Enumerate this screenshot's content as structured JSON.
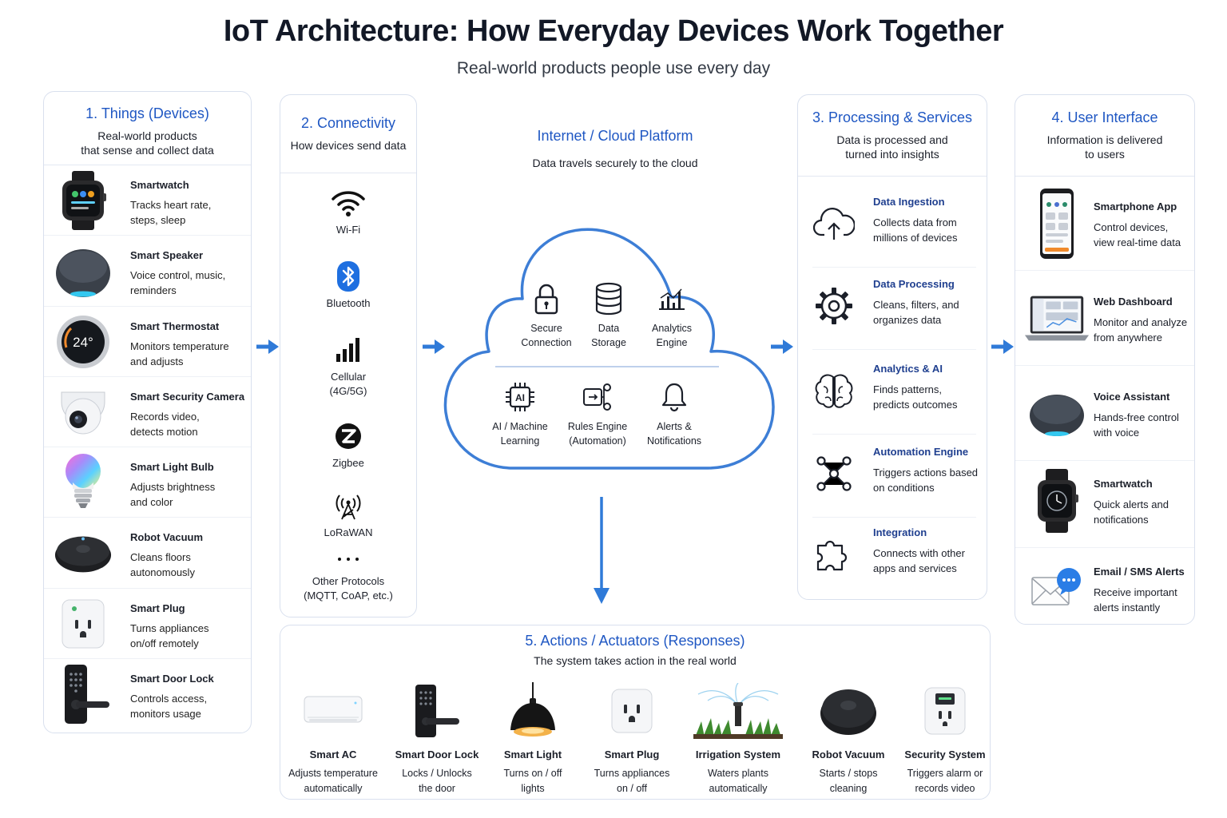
{
  "title": "IoT Architecture: How Everyday Devices Work Together",
  "subtitle": "Real-world products people use every day",
  "colors": {
    "accent": "#1f57c3",
    "arrow": "#2f7ad8",
    "border": "#d9e0ee"
  },
  "things": {
    "heading": "1. Things (Devices)",
    "desc_line1": "Real-world products",
    "desc_line2": "that sense and collect data",
    "items": [
      {
        "title": "Smartwatch",
        "l1": "Tracks heart rate,",
        "l2": "steps, sleep",
        "icon": "smartwatch-icon"
      },
      {
        "title": "Smart Speaker",
        "l1": "Voice control, music,",
        "l2": "reminders",
        "icon": "smart-speaker-icon"
      },
      {
        "title": "Smart Thermostat",
        "l1": "Monitors temperature",
        "l2": "and adjusts",
        "icon": "thermostat-icon",
        "reading": "24°"
      },
      {
        "title": "Smart Security Camera",
        "l1": "Records video,",
        "l2": "detects motion",
        "icon": "security-camera-icon"
      },
      {
        "title": "Smart Light Bulb",
        "l1": "Adjusts brightness",
        "l2": "and color",
        "icon": "light-bulb-icon"
      },
      {
        "title": "Robot Vacuum",
        "l1": "Cleans floors",
        "l2": "autonomously",
        "icon": "robot-vacuum-icon"
      },
      {
        "title": "Smart Plug",
        "l1": "Turns appliances",
        "l2": "on/off remotely",
        "icon": "smart-plug-icon"
      },
      {
        "title": "Smart Door Lock",
        "l1": "Controls access,",
        "l2": "monitors usage",
        "icon": "door-lock-icon"
      }
    ]
  },
  "connectivity": {
    "heading": "2. Connectivity",
    "desc": "How devices send data",
    "items": [
      {
        "l1": "Wi-Fi",
        "l2": "",
        "icon": "wifi-icon"
      },
      {
        "l1": "Bluetooth",
        "l2": "",
        "icon": "bluetooth-icon"
      },
      {
        "l1": "Cellular",
        "l2": "(4G/5G)",
        "icon": "cellular-icon"
      },
      {
        "l1": "Zigbee",
        "l2": "",
        "icon": "zigbee-icon"
      },
      {
        "l1": "LoRaWAN",
        "l2": "",
        "icon": "lorawan-icon"
      },
      {
        "l1": "Other Protocols",
        "l2": "(MQTT, CoAP, etc.)",
        "icon": "more-dots-icon"
      }
    ]
  },
  "cloud": {
    "heading": "Internet / Cloud Platform",
    "desc": "Data travels securely to the cloud",
    "services": [
      {
        "l1": "Secure",
        "l2": "Connection",
        "icon": "padlock-icon"
      },
      {
        "l1": "Data",
        "l2": "Storage",
        "icon": "database-icon"
      },
      {
        "l1": "Analytics",
        "l2": "Engine",
        "icon": "analytics-chart-icon"
      },
      {
        "l1": "AI / Machine",
        "l2": "Learning",
        "icon": "ai-chip-icon",
        "chip": "AI"
      },
      {
        "l1": "Rules Engine",
        "l2": "(Automation)",
        "icon": "rules-engine-icon"
      },
      {
        "l1": "Alerts &",
        "l2": "Notifications",
        "icon": "bell-icon"
      }
    ]
  },
  "processing": {
    "heading": "3. Processing & Services",
    "desc_line1": "Data is processed and",
    "desc_line2": "turned into insights",
    "items": [
      {
        "title": "Data Ingestion",
        "l1": "Collects data from",
        "l2": "millions of devices",
        "icon": "cloud-upload-icon"
      },
      {
        "title": "Data Processing",
        "l1": "Cleans, filters, and",
        "l2": "organizes data",
        "icon": "gear-icon"
      },
      {
        "title": "Analytics & AI",
        "l1": "Finds patterns,",
        "l2": "predicts outcomes",
        "icon": "brain-icon"
      },
      {
        "title": "Automation Engine",
        "l1": "Triggers actions based",
        "l2": "on conditions",
        "icon": "network-nodes-icon"
      },
      {
        "title": "Integration",
        "l1": "Connects with other",
        "l2": "apps and services",
        "icon": "puzzle-icon"
      }
    ]
  },
  "user_interface": {
    "heading": "4. User Interface",
    "desc_line1": "Information is delivered",
    "desc_line2": "to users",
    "items": [
      {
        "title": "Smartphone App",
        "l1": "Control devices,",
        "l2": "view real-time data",
        "icon": "smartphone-icon"
      },
      {
        "title": "Web Dashboard",
        "l1": "Monitor and analyze",
        "l2": "from anywhere",
        "icon": "laptop-icon"
      },
      {
        "title": "Voice Assistant",
        "l1": "Hands-free control",
        "l2": "with voice",
        "icon": "voice-assistant-icon"
      },
      {
        "title": "Smartwatch",
        "l1": "Quick alerts and",
        "l2": "notifications",
        "icon": "smartwatch-icon"
      },
      {
        "title": "Email / SMS Alerts",
        "l1": "Receive important",
        "l2": "alerts instantly",
        "icon": "email-chat-icon"
      }
    ]
  },
  "actions": {
    "heading": "5. Actions / Actuators (Responses)",
    "desc": "The system takes action in the real world",
    "items": [
      {
        "title": "Smart AC",
        "l1": "Adjusts temperature",
        "l2": "automatically",
        "icon": "air-conditioner-icon"
      },
      {
        "title": "Smart Door Lock",
        "l1": "Locks / Unlocks",
        "l2": "the door",
        "icon": "door-lock-icon"
      },
      {
        "title": "Smart Light",
        "l1": "Turns on / off",
        "l2": "lights",
        "icon": "pendant-light-icon"
      },
      {
        "title": "Smart Plug",
        "l1": "Turns appliances",
        "l2": "on / off",
        "icon": "smart-plug-icon"
      },
      {
        "title": "Irrigation System",
        "l1": "Waters plants",
        "l2": "automatically",
        "icon": "sprinkler-icon"
      },
      {
        "title": "Robot Vacuum",
        "l1": "Starts / stops",
        "l2": "cleaning",
        "icon": "robot-vacuum-icon"
      },
      {
        "title": "Security System",
        "l1": "Triggers alarm or",
        "l2": "records video",
        "icon": "security-panel-icon"
      }
    ]
  }
}
